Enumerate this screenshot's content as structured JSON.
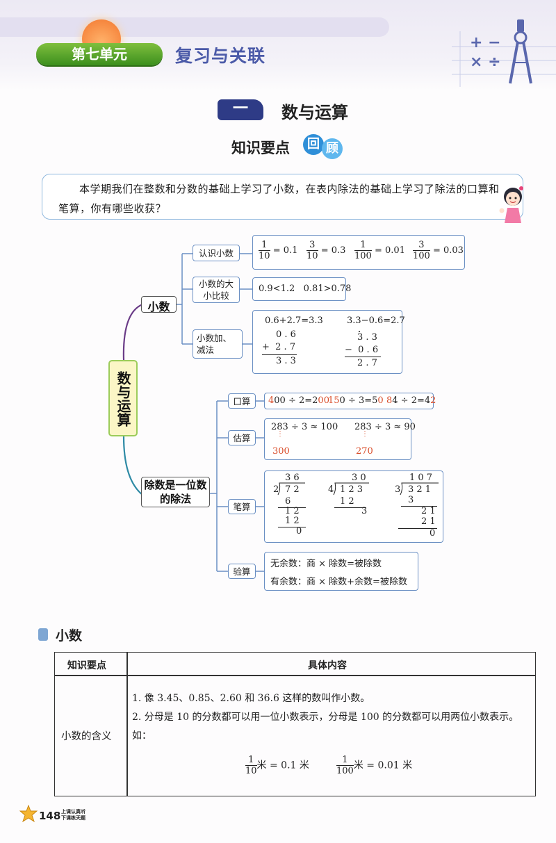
{
  "header": {
    "unit_label": "第七单元",
    "unit_title": "复习与关联",
    "ops_row1": "+  −",
    "ops_row2": "×  ÷"
  },
  "section": {
    "badge": "一",
    "title": "数与运算",
    "kp_title": "知识要点",
    "kp_c1": "回",
    "kp_c2": "顾"
  },
  "intro": "本学期我们在整数和分数的基础上学习了小数，在表内除法的基础上学习了除法的口算和笔算，你有哪些收获？",
  "mindmap": {
    "root": "数与运算",
    "branch1": "小数",
    "branch2": "除数是一位数的除法",
    "b1_items": [
      {
        "label": "认识小数"
      },
      {
        "label": "小数的大小比较",
        "content": "0.9<1.2   0.81>0.78"
      },
      {
        "label": "小数加、减法",
        "eq1": "0.6+2.7=3.3",
        "eq2": "3.3−0.6=2.7"
      }
    ],
    "fractions": [
      {
        "n": "1",
        "d": "10",
        "v": "= 0.1"
      },
      {
        "n": "3",
        "d": "10",
        "v": "= 0.3"
      },
      {
        "n": "1",
        "d": "100",
        "v": "= 0.01"
      },
      {
        "n": "3",
        "d": "100",
        "v": "= 0.03"
      }
    ],
    "vert_add": [
      "0 . 6",
      "+  2 . 7",
      "3 . 3"
    ],
    "vert_sub": [
      "3 . 3",
      "−  0 . 6",
      "2 . 7"
    ],
    "b2_items": [
      {
        "label": "口算"
      },
      {
        "label": "估算"
      },
      {
        "label": "笔算"
      },
      {
        "label": "验算"
      }
    ],
    "oral": [
      {
        "a": "4",
        "b": "00 ÷ 2=2",
        "c": "00"
      },
      {
        "a": "15",
        "b": "0 ÷ 3=5",
        "c": "0"
      },
      {
        "a": "8",
        "b": "4 ÷ 2=4",
        "c": "2"
      }
    ],
    "estimate": [
      {
        "eq": "283 ÷ 3 ≈ 100",
        "base": "300"
      },
      {
        "eq": "283 ÷ 3 ≈ 90",
        "base": "270"
      }
    ],
    "long_div": [
      {
        "quot": "3 6",
        "div": "2",
        "dividend": "7 2",
        "rows": [
          "6",
          "1 2",
          "1 2",
          "0"
        ]
      },
      {
        "quot": "3 0",
        "div": "4",
        "dividend": "1 2 3",
        "rows": [
          "1 2",
          "3"
        ]
      },
      {
        "quot": "1 0 7",
        "div": "3",
        "dividend": "3 2 1",
        "rows": [
          "3",
          "2 1",
          "2 1",
          "0"
        ]
      }
    ],
    "check": [
      "无余数：商 × 除数=被除数",
      "有余数：商 × 除数+余数=被除数"
    ]
  },
  "subsection": {
    "title": "小数"
  },
  "table": {
    "head_col1": "知识要点",
    "head_col2": "具体内容",
    "row_label": "小数的含义",
    "line1": "1. 像 3.45、0.85、2.60 和 36.6 这样的数叫作小数。",
    "line2": "2. 分母是 10 的分数都可以用一位小数表示，分母是 100 的分数都可以用两位小数表示。如：",
    "ex1": {
      "n": "1",
      "d": "10",
      "v": "米 = 0.1 米"
    },
    "ex2": {
      "n": "1",
      "d": "100",
      "v": "米 = 0.01 米"
    }
  },
  "footer": {
    "page_number": "148",
    "slogan1": "上课认真听",
    "slogan2": "下课练天题"
  }
}
